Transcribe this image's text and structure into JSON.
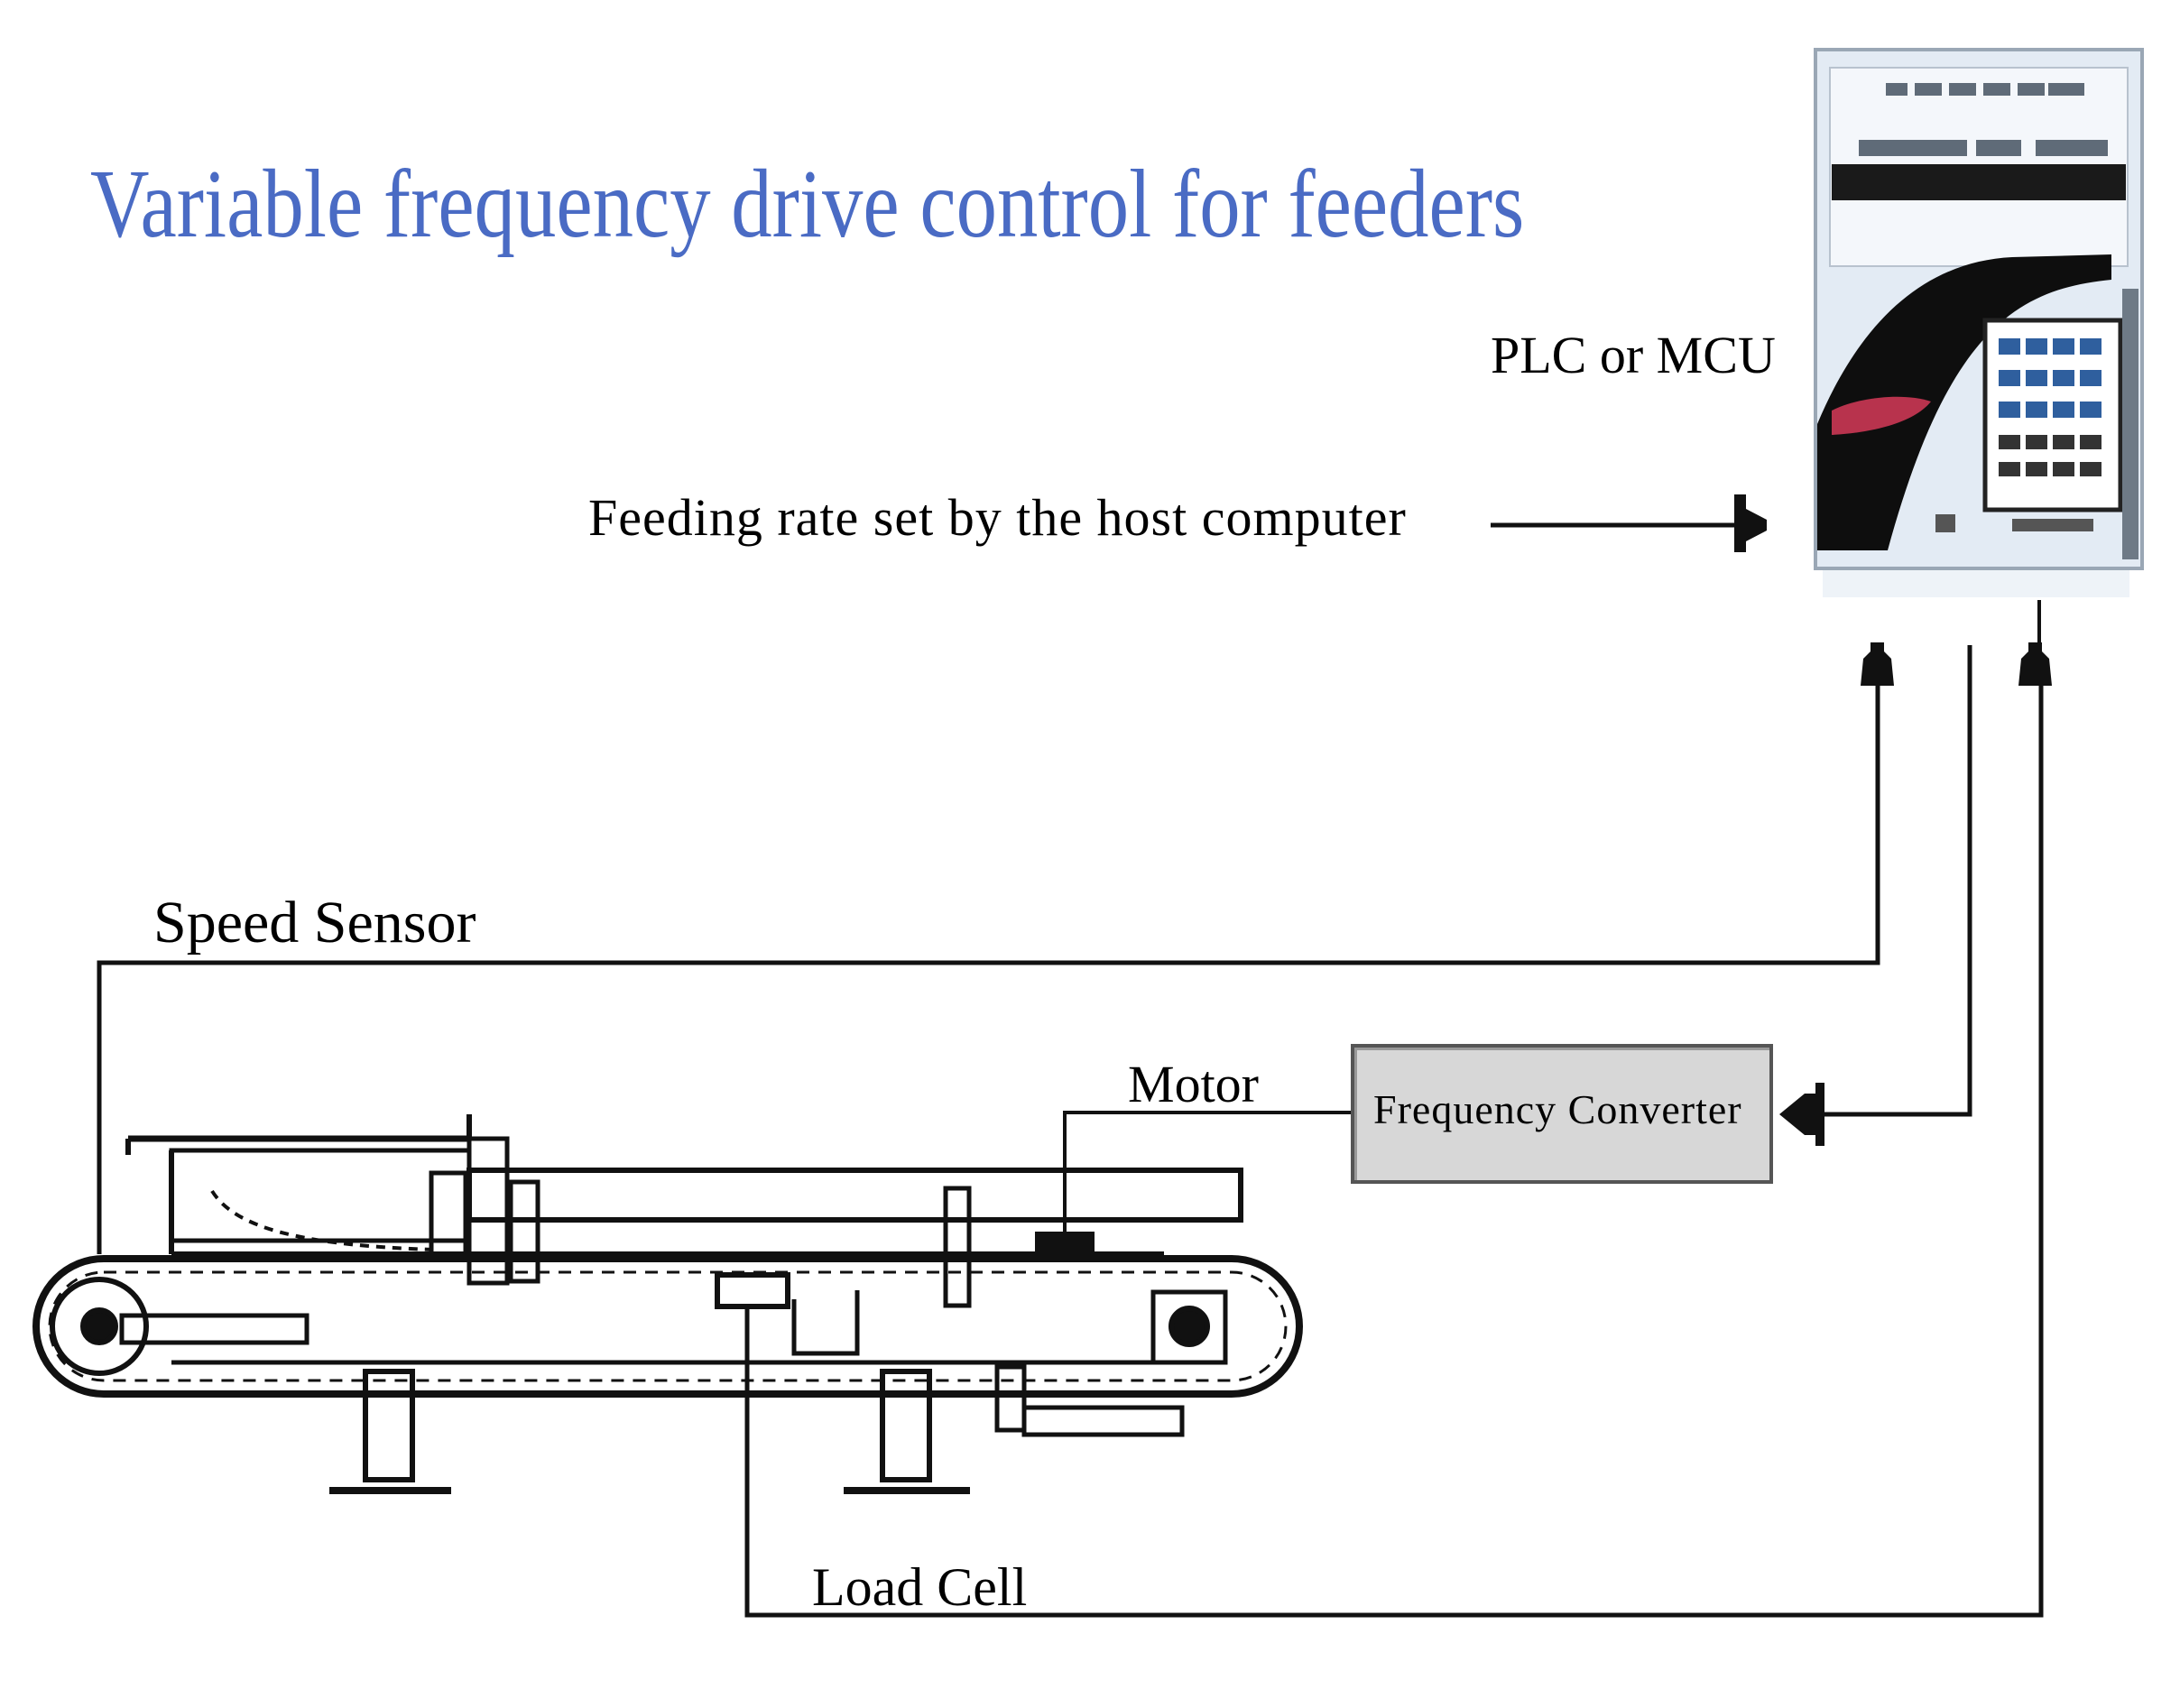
{
  "title": "Variable frequency drive control for feeders",
  "labels": {
    "controller": "PLC or MCU",
    "feeding_rate": "Feeding rate set by the host computer",
    "speed_sensor": "Speed Sensor",
    "motor": "Motor",
    "frequency_converter": "Frequency Converter",
    "load_cell": "Load Cell"
  },
  "colors": {
    "title": "#4a6bc4",
    "lines": "#111111",
    "controller_body": "#dfe8f2",
    "converter_box": "#d7d7d7",
    "accent": "#c0392b"
  }
}
